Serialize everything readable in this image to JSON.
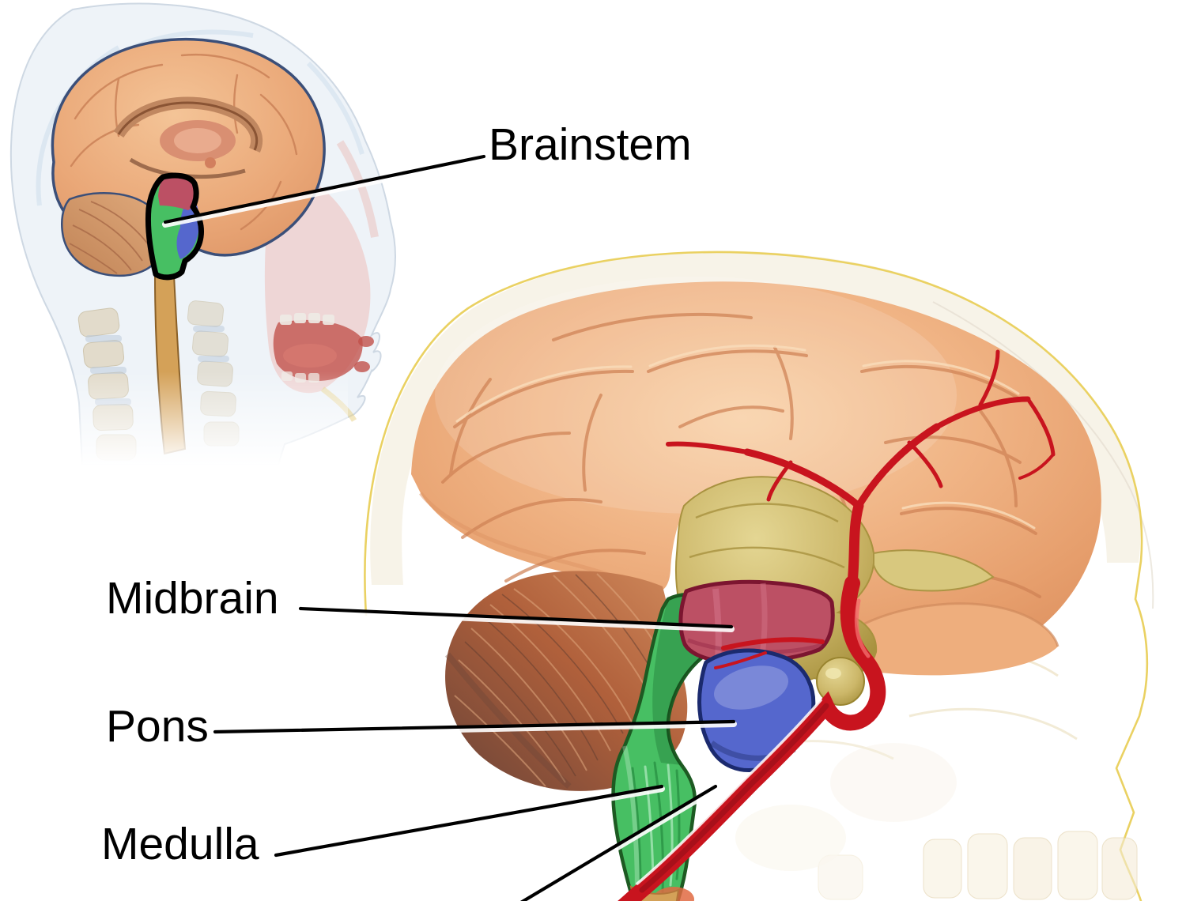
{
  "page": {
    "background": "#ffffff"
  },
  "figure": {
    "type": "anatomical-diagram",
    "labels": {
      "brainstem": "Brainstem",
      "midbrain": "Midbrain",
      "pons": "Pons",
      "medulla": "Medulla"
    },
    "regions": [
      {
        "name": "Midbrain",
        "color": "#bc5064"
      },
      {
        "name": "Pons",
        "color": "#5567cd"
      },
      {
        "name": "Medulla",
        "color": "#47bf63"
      }
    ],
    "colors": {
      "label_text": "#000000",
      "leader_line": "#000000",
      "artery": "#c8141e",
      "brain_peach": "#eeae7d",
      "cerebellum_brown": "#a85a3a",
      "limbic_olive": "#ccb769",
      "spinal_cord": "#d4a158",
      "skull_outline": "#e8cd52",
      "region_outline_midbrain": "#7c1530",
      "region_outline_pons": "#1b2a6e",
      "region_outline_medulla": "#1d5a22"
    }
  }
}
